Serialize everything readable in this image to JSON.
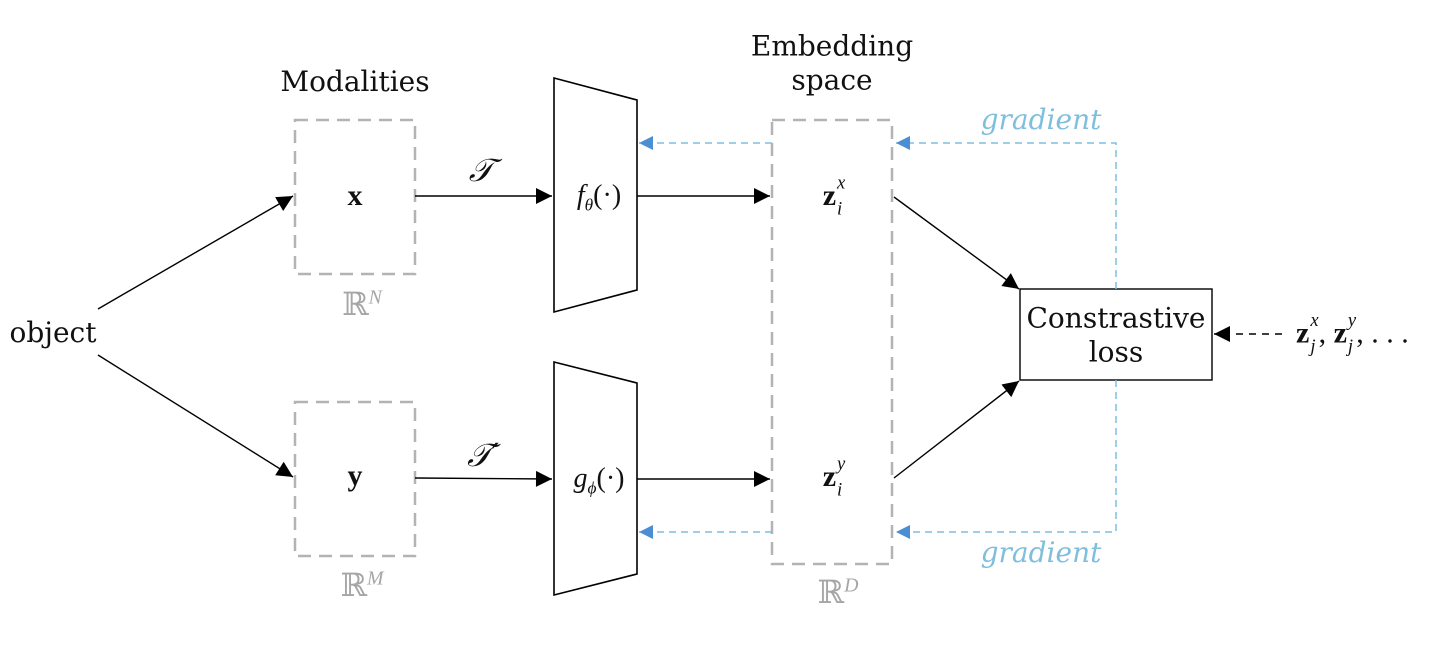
{
  "labels": {
    "object": "object",
    "modalities": "Modalities",
    "embedding_line1": "Embedding",
    "embedding_line2": "space",
    "loss_line1": "Constrastive",
    "loss_line2": "loss",
    "gradient_top": "gradient",
    "gradient_bottom": "gradient"
  },
  "math": {
    "x": "x",
    "y": "y",
    "real_N_base": "ℝ",
    "real_N_exp": "N",
    "real_M_base": "ℝ",
    "real_M_exp": "M",
    "real_D_base": "ℝ",
    "real_D_exp": "D",
    "transform_T": "𝒯",
    "transform_T_prime": "𝒯′",
    "f_name": "f",
    "f_sub": "θ",
    "f_arg": "(·)",
    "g_name": "g",
    "g_sub": "ϕ",
    "g_arg": "(·)",
    "zx_base": "z",
    "zx_sup": "x",
    "zx_sub": "i",
    "zy_base": "z",
    "zy_sup": "y",
    "zy_sub": "i",
    "neg_z1": "z",
    "neg_z1_sup": "x",
    "neg_z1_sub": "j",
    "neg_sep1": ", ",
    "neg_z2": "z",
    "neg_z2_sup": "y",
    "neg_z2_sub": "j",
    "neg_tail": ", . . ."
  },
  "colors": {
    "line": "#000000",
    "dashed_box": "#b3b3b3",
    "gradient_line": "#7fbfdd",
    "gradient_arrow": "#4a8fd4",
    "gray_text": "#a6a6a6",
    "gradient_text": "#7fbfdd"
  }
}
